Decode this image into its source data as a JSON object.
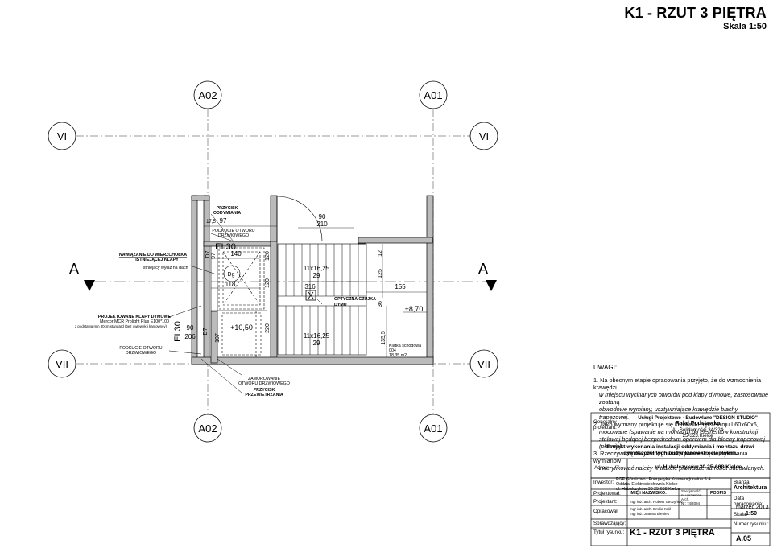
{
  "sheet": {
    "title": "K1 - RZUT 3 PIĘTRA",
    "scale": "Skala 1:50"
  },
  "grid": {
    "top": [
      "A02",
      "A01"
    ],
    "roman_top": [
      "VI",
      "VI"
    ],
    "roman_bottom": [
      "VII",
      "VII"
    ],
    "bottom": [
      "A02",
      "A01"
    ],
    "section": [
      "A",
      "A"
    ]
  },
  "plan_labels": {
    "button_vent": [
      "PRZYCISK",
      "ODDYMIANIA"
    ],
    "door_cut_top": [
      "PODKUCIE OTWORU",
      "DRZWIOWEGO"
    ],
    "door_cut_left": [
      "PODKUCIE OTWORU",
      "DRZWIOWEGO"
    ],
    "roof_hatch": [
      "NAWIĄZANIE DO WIERZCHOŁKA",
      "ISTNIEJĄCEJ KLAPY"
    ],
    "roof_exit": "Istniejący wyłaz na dach",
    "smoke_hatch": [
      "PROJEKTOWANE KLAPY DYMOWE",
      "Mercor MCR Prolight Plus E100*100",
      "z podstawą min 80cm standard (bez owiewek i kaniowncy)"
    ],
    "bricked": [
      "ZAMUROWANIE",
      "OTWORU DRZWIOWEGO"
    ],
    "button_air": [
      "PRZYCISK",
      "PRZEWIETRZANIA"
    ],
    "smoke_detector": [
      "OPTYCZNA CZUJKA",
      "DYMU"
    ],
    "room": [
      "Klatka schodowa",
      "004",
      "18,35 m2"
    ]
  },
  "dims": {
    "ei_top": "EI 30",
    "ei_left": "EI 30",
    "d97": "97",
    "d17": "17,5",
    "d140": "140",
    "d118": "118",
    "d90t": "90",
    "d210": "210",
    "stair1": "11x16,25",
    "stair1b": "29",
    "stair2": "11x16,25",
    "stair2b": "29",
    "d316": "316",
    "d155": "155",
    "d125": "125",
    "d12": "12",
    "d36": "36",
    "d120": "120",
    "d220": "220",
    "d107": "107",
    "d90": "90",
    "d206": "206",
    "lev1": "+10,50",
    "lev2": "+8,70",
    "d135": "135,5",
    "d97v": "97",
    "d120v": "120",
    "dsym": "Dg",
    "tag1": "D7",
    "tag2": "D7"
  },
  "notes": {
    "heading": "UWAGI:",
    "items": [
      "1. Na obecnym etapie opracowania przyjęto, że do wzmocnienia krawędzi",
      "w miejscu wycinanych otworów pod klapy dymowe, zastosowane zostaną",
      "obwodowe wymiany, usztywniające krawędzie blachy trapezowej.",
      "2. Jako wymiany projektuje się kątowniki o przekroju L60x60x6,",
      "mocowane (spawanie na montażu) do elementów konstrukcji",
      "stalowej będącej bezpośrednim oparciem dla blachy trapezowej (płatwie).",
      "3. Rzeczywistą długość kątownika potrzebną do wykonania wymianów",
      "zweryfikować należy w trakcie prowadzenia robót budowlanych."
    ]
  },
  "titleblock": {
    "gen_label": [
      "Generalny",
      "projektant:"
    ],
    "company": "Usługi Projektowe - Budowlane \"DESIGN STUDIO\"",
    "person": "Rafał Podstawka",
    "addr1": "Al. Solidarności 34/324",
    "addr2": "25-323 Kielce",
    "project": [
      "Projekt wykonania instalacji oddymiania i montażu drzwi",
      "dymoszczelnych budynku elektrociepłowni."
    ],
    "addr_label": "Adres:",
    "addr": "ul. Hubalczyków 30 25-668 Kielce",
    "investor_label": "Inwestor:",
    "investor": [
      "PGE Górnictwo i Energetyka Konwencjonalna S.A.",
      "Oddział Elektrociepłownia Kielce",
      "ul. Hubalczyków 30 25-668 Kielce"
    ],
    "branch_label": "Branża:",
    "branch": "Architektura",
    "designed_label": "Projektował:",
    "name_header": "IMIĘ i NAZWISKO:",
    "sign_header": "PODPIS",
    "designer_label": "Projektant:",
    "designer": "mgr inż. arch. Robert Tarczyński",
    "perm": [
      "Specjalność",
      "nr uprawnień"
    ],
    "perm_no": [
      "Arch.",
      "Nr: 74/2004"
    ],
    "date_label": "Data opracowania:",
    "date": "marzec 2013",
    "drafted_label": "Opracował:",
    "drafter1": "mgr inż. arch. Emilia Król",
    "drafter2": "mgr inż. Joanna Bieniek",
    "scale_label": "Skala:",
    "scale": "1:50",
    "checked_label": "Sprawdzający:",
    "drawing_title_label": "Tytuł rysunku:",
    "drawing_title": "K1 - RZUT 3 PIĘTRA",
    "number_label": "Numer rysunku:",
    "number": "A.05"
  }
}
